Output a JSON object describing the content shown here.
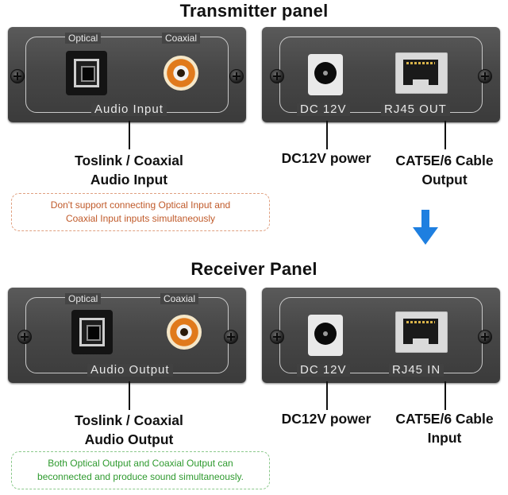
{
  "transmitter": {
    "title": "Transmitter panel",
    "audio_panel": {
      "optical_label": "Optical",
      "coaxial_label": "Coaxial",
      "bottom_label": "Audio Input"
    },
    "power_panel": {
      "dc_label": "DC 12V",
      "rj45_label": "RJ45 OUT"
    },
    "captions": {
      "audio": "Toslink / Coaxial\nAudio Input",
      "power": "DC12V power",
      "cable": "CAT5E/6 Cable\nOutput"
    },
    "note": "Don't support connecting Optical Input and\nCoaxial Input inputs simultaneously"
  },
  "receiver": {
    "title": "Receiver Panel",
    "audio_panel": {
      "optical_label": "Optical",
      "coaxial_label": "Coaxial",
      "bottom_label": "Audio Output"
    },
    "power_panel": {
      "dc_label": "DC 12V",
      "rj45_label": "RJ45 IN"
    },
    "captions": {
      "audio": "Toslink / Coaxial\nAudio Output",
      "power": "DC12V power",
      "cable": "CAT5E/6 Cable\nInput"
    },
    "note": "Both Optical Output and Coaxial Output can\nbeconnected and produce sound simultaneously."
  },
  "colors": {
    "note_red": "#c05a2a",
    "note_green": "#2e9a2e",
    "arrow_blue": "#1e7fe0",
    "rca_orange": "#e07a1c"
  },
  "icons": [
    "optical-port-icon",
    "coaxial-port-icon",
    "dc-jack-icon",
    "rj45-port-icon",
    "screw-icon",
    "down-arrow-icon"
  ]
}
